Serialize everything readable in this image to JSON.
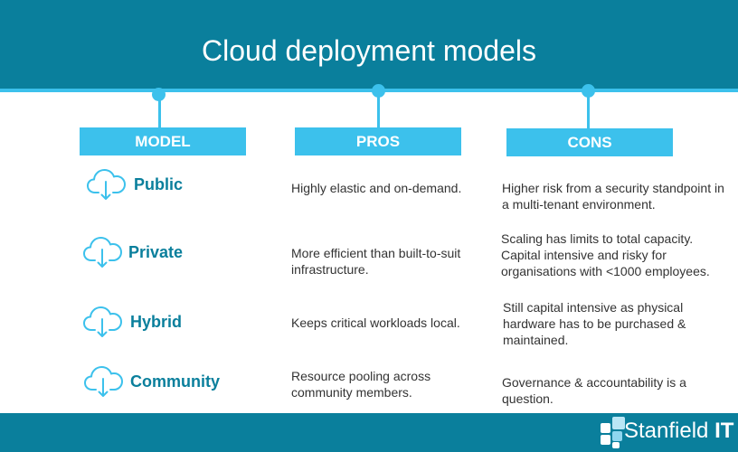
{
  "title": "Cloud deployment models",
  "headers": {
    "model": "MODEL",
    "pros": "PROS",
    "cons": "CONS"
  },
  "rows": [
    {
      "model": "Public",
      "pros": "Highly elastic and on-demand.",
      "cons": "Higher risk from a security standpoint in a multi-tenant environment."
    },
    {
      "model": "Private",
      "pros": "More efficient than built-to-suit infrastructure.",
      "cons": "Scaling has limits to total capacity. Capital intensive and risky for organisations with <1000 employees."
    },
    {
      "model": "Hybrid",
      "pros": "Keeps critical workloads local.",
      "cons": "Still capital intensive as physical hardware has to be purchased & maintained."
    },
    {
      "model": "Community",
      "pros": "Resource pooling across community members.",
      "cons": "Governance & accountability is a question."
    }
  ],
  "logo": {
    "name": "Stanfield",
    "suffix": "IT"
  },
  "icons": {
    "row_icon": "cloud-download-icon",
    "logo_icon": "stanfield-squares-logo"
  },
  "colors": {
    "primary": "#0a7f9c",
    "accent": "#3cc1ec",
    "text": "#333333"
  }
}
